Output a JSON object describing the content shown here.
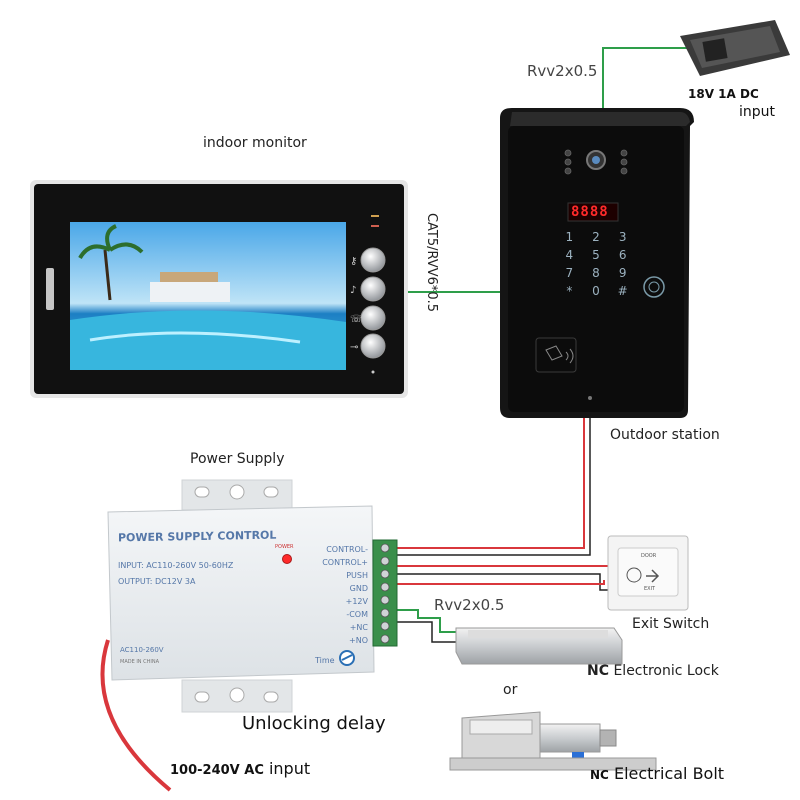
{
  "labels": {
    "cable_top": "Rvv2x0.5",
    "adapter_top": "18V 1A DC",
    "adapter_bottom": "input",
    "indoor_monitor": "indoor monitor",
    "cat5": "CAT5/RVV6*0.5",
    "outdoor_station": "Outdoor station",
    "power_supply": "Power Supply",
    "cable_lock": "Rvv2x0.5",
    "exit_switch": "Exit Switch",
    "nc_prefix_lock": "NC",
    "electronic_lock": "Electronic Lock",
    "or": "or",
    "unlocking_delay": "Unlocking delay",
    "ac_prefix": "100-240V AC",
    "ac_suffix": "input",
    "nc_prefix_bolt": "NC",
    "electrical_bolt": "Electrical  Bolt"
  },
  "power_supply": {
    "title": "POWER SUPPLY CONTROL",
    "input": "INPUT: AC110-260V 50-60HZ",
    "output": "OUTPUT:  DC12V   3A",
    "power_led": "POWER",
    "ac_range": "AC110-260V",
    "made_in": "MADE IN CHINA",
    "time": "Time",
    "terminals": [
      "CONTROL-",
      "CONTROL+",
      "PUSH",
      "GND",
      "+12V",
      "-COM",
      "+NC",
      "+NO"
    ]
  },
  "outdoor": {
    "display": "8888",
    "keys": [
      "1",
      "2",
      "3",
      "4",
      "5",
      "6",
      "7",
      "8",
      "9",
      "*",
      "0",
      "#"
    ]
  },
  "exit_switch_device": {
    "top": "DOOR",
    "bottom": "EXIT"
  },
  "colors": {
    "green_wire": "#2e9e4a",
    "red_wire": "#d9373c",
    "black_wire": "#222222",
    "led_red": "#ff2a2a"
  }
}
